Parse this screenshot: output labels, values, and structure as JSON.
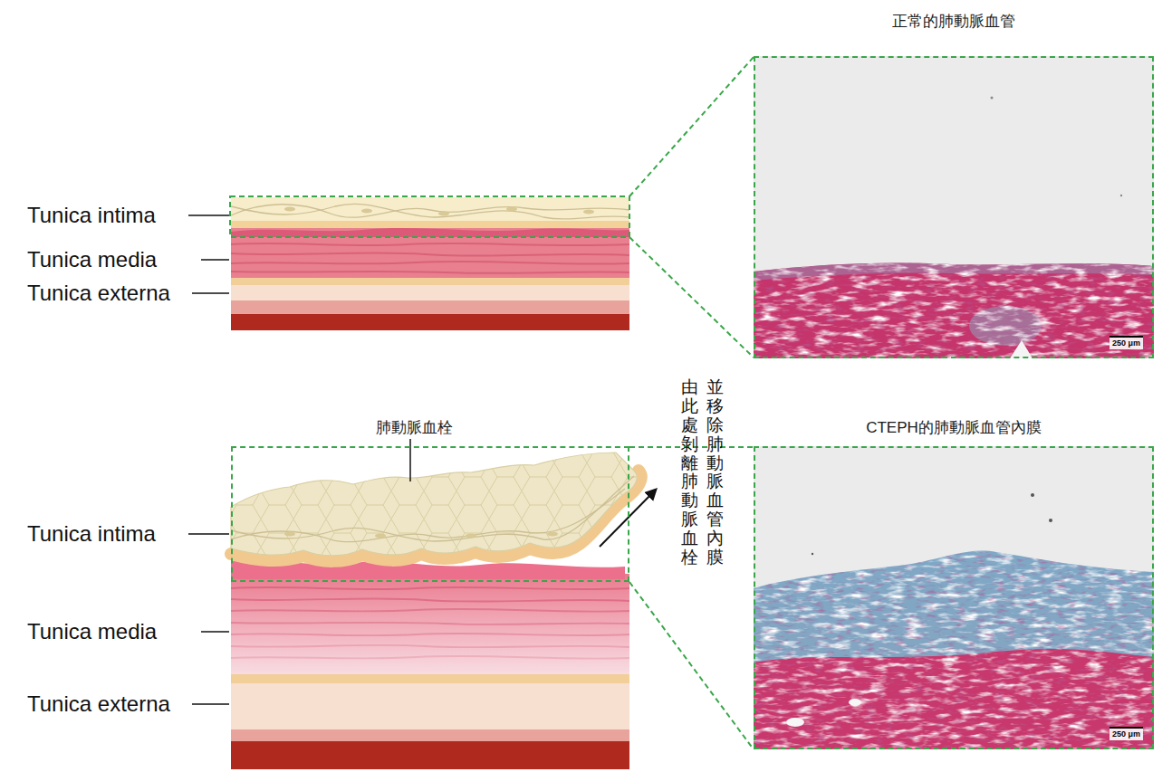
{
  "diagram": {
    "nodes": [
      {
        "text": [
          "正常的肺動脈血管",
          "250 μm"
        ]
      },
      {
        "text": [
          "肺動脈血栓"
        ]
      },
      {
        "text": [
          "CTEPH的肺動脈血管內膜",
          "250 μm"
        ]
      }
    ],
    "edges": [
      {
        "from": 1,
        "to": 2,
        "arrow": "none"
      }
    ],
    "labels": [
      "Tunica intima",
      "Tunica media",
      "Tunica externa",
      "Tunica intima",
      "Tunica media",
      "Tunica externa",
      "由此處剝離肺動脈血栓",
      "並移除肺動脈血管內膜"
    ]
  }
}
